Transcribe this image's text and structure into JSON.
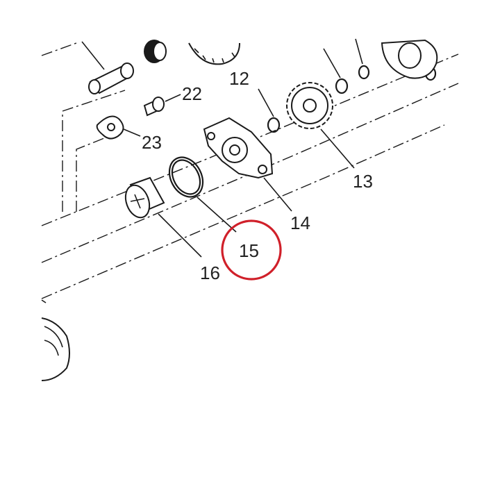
{
  "diagram": {
    "callouts": [
      {
        "key": "c12",
        "number": "12"
      },
      {
        "key": "c13",
        "number": "13"
      },
      {
        "key": "c14",
        "number": "14"
      },
      {
        "key": "c15",
        "number": "15"
      },
      {
        "key": "c16",
        "number": "16"
      },
      {
        "key": "c22",
        "number": "22"
      },
      {
        "key": "c23",
        "number": "23"
      }
    ],
    "highlight": {
      "number": "15",
      "color": "#d0202a"
    }
  }
}
